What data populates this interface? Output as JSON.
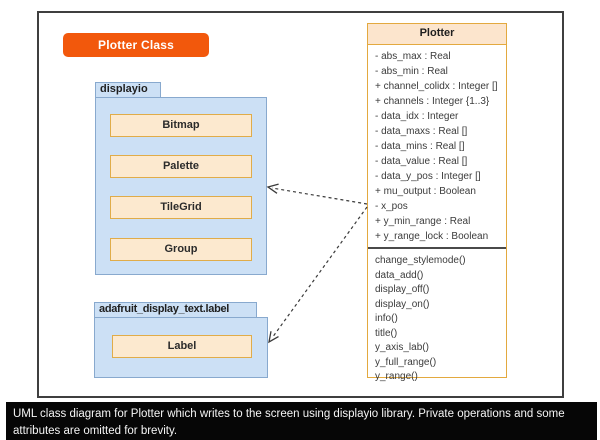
{
  "page": {
    "caption": "UML class diagram for Plotter which writes to the screen using displayio library. Private operations and some attributes are omitted for brevity."
  },
  "diagram": {
    "banner": "Plotter Class",
    "packages": [
      {
        "name": "displayio",
        "classes": [
          "Bitmap",
          "Palette",
          "TileGrid",
          "Group"
        ]
      },
      {
        "name": "adafruit_display_text.label",
        "classes": [
          "Label"
        ]
      }
    ],
    "plotter": {
      "name": "Plotter",
      "attributes": [
        "- abs_max : Real",
        "- abs_min : Real",
        "+ channel_colidx : Integer []",
        "+ channels : Integer {1..3}",
        "- data_idx : Integer",
        "- data_maxs : Real []",
        "- data_mins : Real []",
        "- data_value : Real []",
        "- data_y_pos : Integer []",
        "+ mu_output : Boolean",
        "- x_pos",
        "+ y_min_range : Real",
        "+ y_range_lock : Boolean"
      ],
      "methods": [
        "change_stylemode()",
        "data_add()",
        "display_off()",
        "display_on()",
        "info()",
        "title()",
        "y_axis_lab()",
        "y_full_range()",
        "y_range()"
      ]
    },
    "colors": {
      "banner_orange": "#F2580C",
      "package_fill": "#CCE0F5",
      "package_border": "#88A9CE",
      "class_fill": "#FCE9CF",
      "class_border": "#E0AC49",
      "plotter_header_fill": "#FCE5CD",
      "plotter_border": "#E3A93F",
      "arrow": "#3a3a3a",
      "caption_bg": "#060606",
      "frame_border": "#3f3f3f"
    }
  }
}
